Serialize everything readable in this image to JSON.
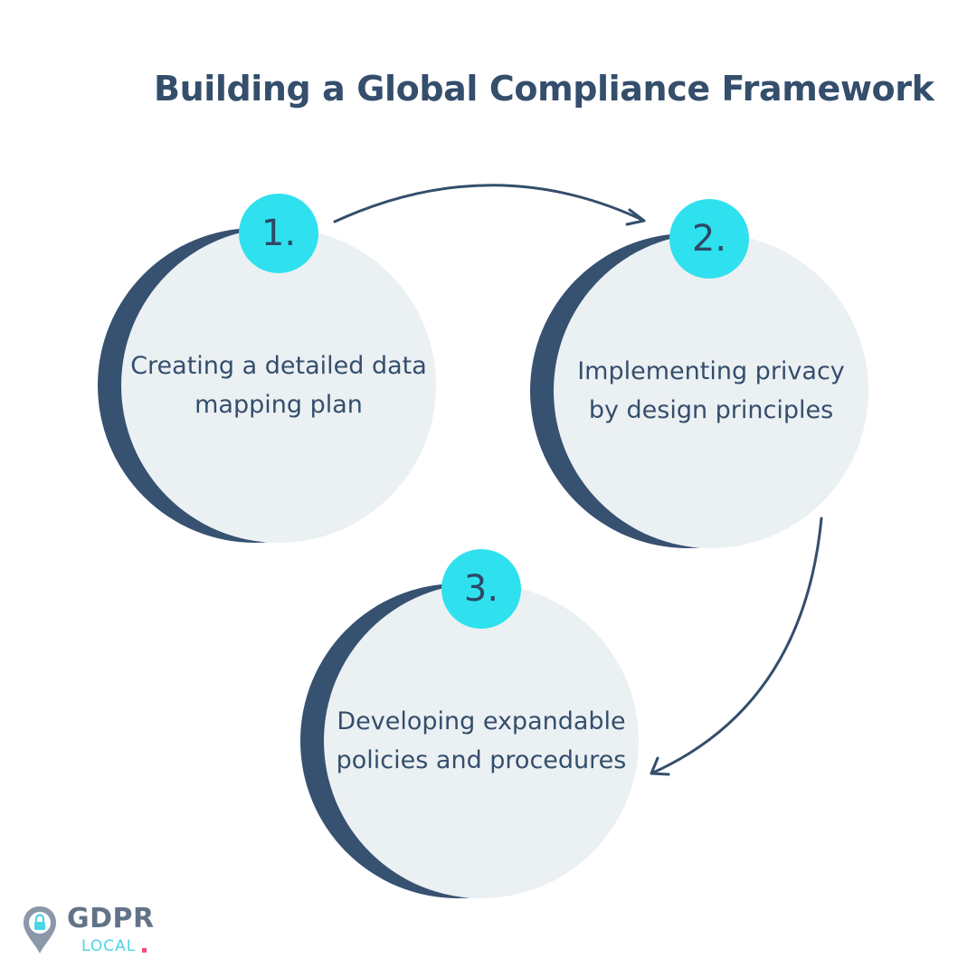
{
  "title": "Building a Global Compliance Framework",
  "steps": [
    {
      "number": "1.",
      "text": "Creating a detailed data mapping plan"
    },
    {
      "number": "2.",
      "text": "Implementing privacy by design principles"
    },
    {
      "number": "3.",
      "text": "Developing expandable policies and procedures"
    }
  ],
  "logo": {
    "name": "GDPR",
    "sub": "LOCAL"
  },
  "colors": {
    "accent": "#2fe1ee",
    "navy": "#375171",
    "circle": "#ebf0f3",
    "text": "#344e6c"
  }
}
